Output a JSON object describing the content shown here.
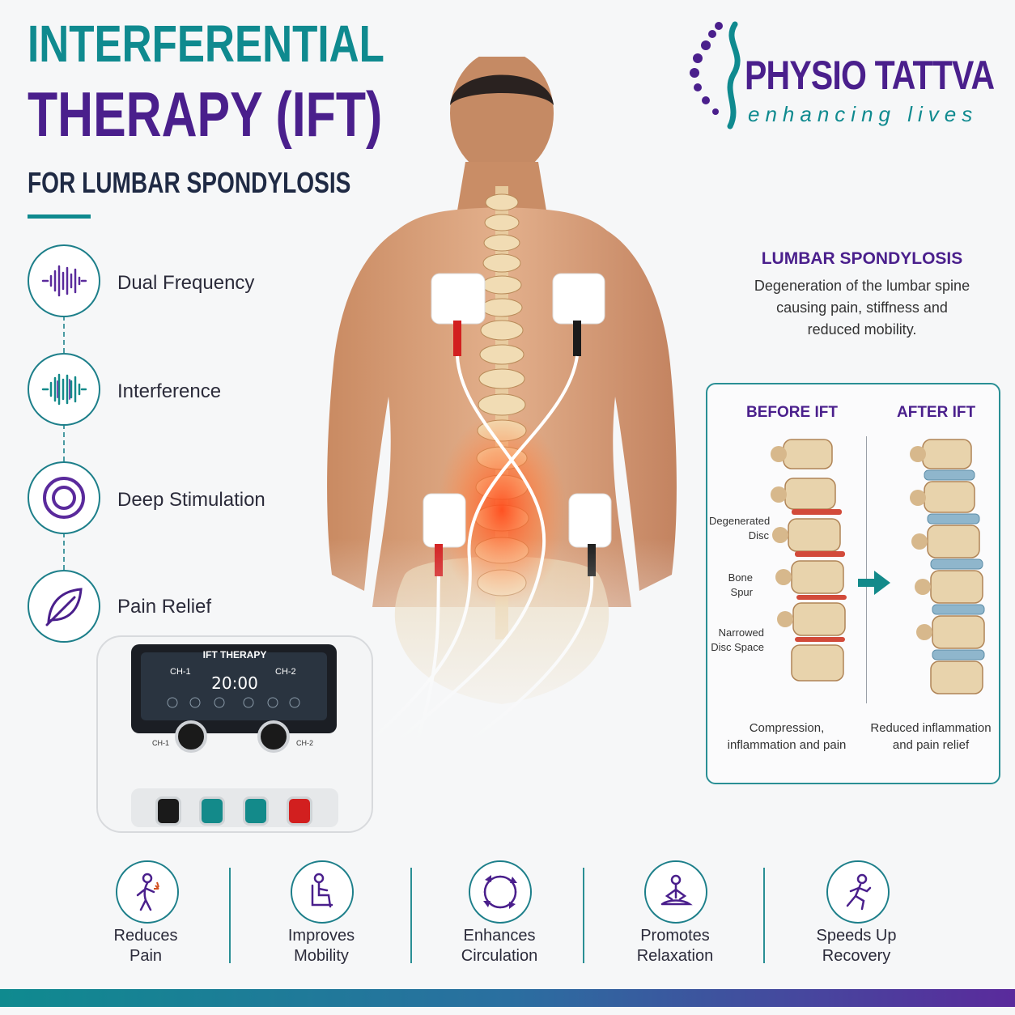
{
  "header": {
    "title_line1": "INTERFERENTIAL",
    "title_line2": "THERAPY (IFT)",
    "subtitle": "FOR LUMBAR SPONDYLOSIS"
  },
  "brand": {
    "name": "PHYSIO TATTVA",
    "tagline": "enhancing lives"
  },
  "features": [
    {
      "label": "Dual Frequency",
      "icon": "waveform-icon"
    },
    {
      "label": "Interference",
      "icon": "interference-wave-icon"
    },
    {
      "label": "Deep Stimulation",
      "icon": "target-rings-icon"
    },
    {
      "label": "Pain Relief",
      "icon": "leaf-icon"
    }
  ],
  "condition": {
    "heading": "LUMBAR SPONDYLOSIS",
    "description": "Degeneration of the lumbar spine causing pain, stiffness and reduced mobility."
  },
  "comparison": {
    "before_heading": "BEFORE IFT",
    "after_heading": "AFTER IFT",
    "labels": [
      "Degenerated Disc",
      "Bone Spur",
      "Narrowed Disc Space"
    ],
    "before_caption": "Compression, inflammation and pain",
    "after_caption": "Reduced inflammation and pain relief"
  },
  "device": {
    "screen_title": "IFT THERAPY",
    "ch1": "CH-1",
    "ch2": "CH-2",
    "timer": "20:00",
    "knob1": "CH-1",
    "knob2": "CH-2",
    "connector_colors": [
      "#1a1a1a",
      "#138a8a",
      "#138a8a",
      "#d21f1f"
    ]
  },
  "benefits": [
    {
      "line1": "Reduces",
      "line2": "Pain",
      "icon": "back-pain-person-icon"
    },
    {
      "line1": "Improves",
      "line2": "Mobility",
      "icon": "seated-person-icon"
    },
    {
      "line1": "Enhances",
      "line2": "Circulation",
      "icon": "circular-arrows-icon"
    },
    {
      "line1": "Promotes",
      "line2": "Relaxation",
      "icon": "meditation-person-icon"
    },
    {
      "line1": "Speeds Up",
      "line2": "Recovery",
      "icon": "running-person-icon"
    }
  ],
  "colors": {
    "teal": "#0f8a8f",
    "purple": "#4a1f8c",
    "inflammation": "#ff5a2a"
  }
}
